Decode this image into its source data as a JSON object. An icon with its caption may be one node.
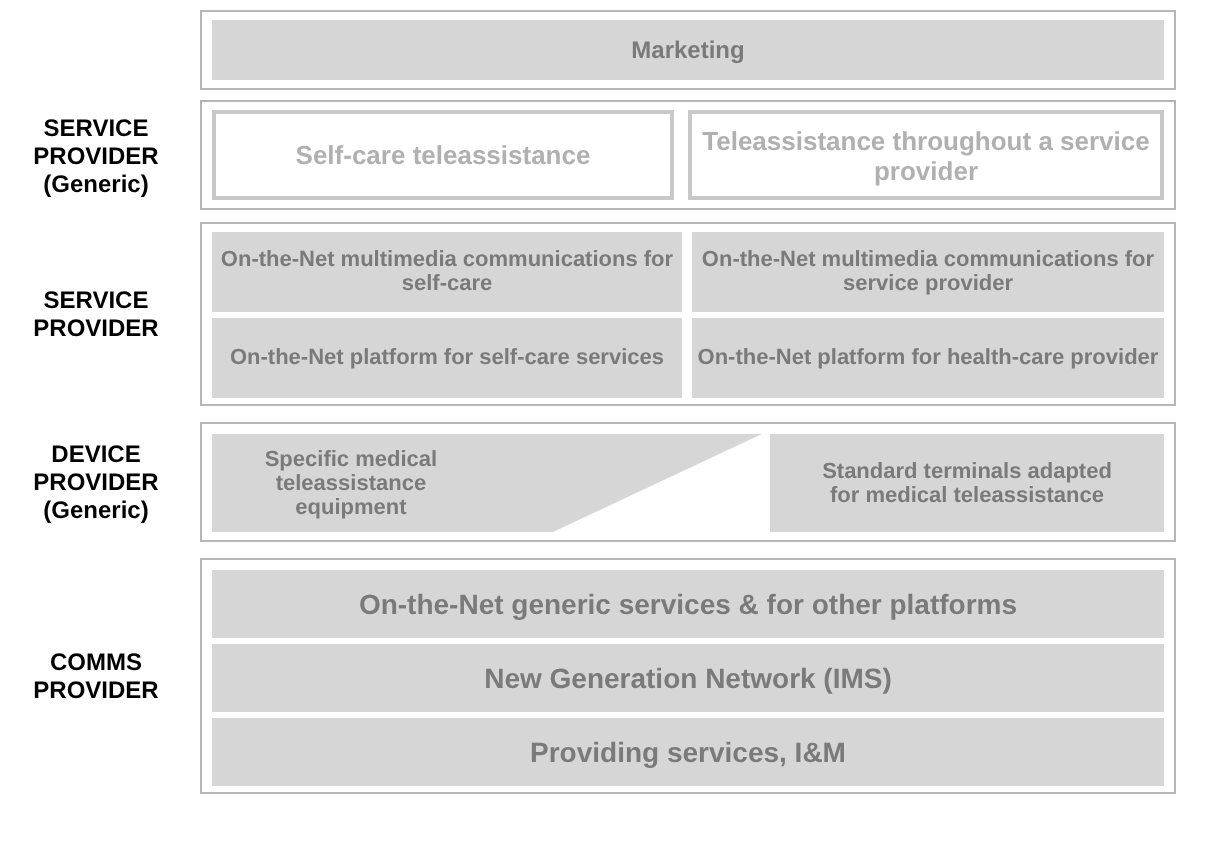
{
  "diagram": {
    "nodes": [
      {
        "text": [],
        "shape": "box"
      },
      {
        "text": [
          "Marketing"
        ],
        "in": 0
      },
      {
        "text": [
          "SERVICE PROVIDER (Generic)"
        ]
      },
      {
        "text": [
          "Self-care teleassistance"
        ],
        "in": 2
      },
      {
        "text": [
          "Teleassistance throughout a service provider"
        ],
        "in": 2
      },
      {
        "text": [
          "SERVICE PROVIDER"
        ]
      },
      {
        "text": [
          "On-the-Net multimedia communications for self-care"
        ],
        "in": 5
      },
      {
        "text": [
          "On-the-Net multimedia communications for service provider"
        ],
        "in": 5
      },
      {
        "text": [
          "On-the-Net platform for self-care services"
        ],
        "in": 5
      },
      {
        "text": [
          "On-the-Net platform for health-care provider"
        ],
        "in": 5
      },
      {
        "text": [
          "DEVICE PROVIDER (Generic)"
        ]
      },
      {
        "text": [
          "Specific medical teleassistance equipment"
        ],
        "in": 10
      },
      {
        "text": [
          "Standard terminals adapted for medical teleassistance"
        ],
        "in": 10
      },
      {
        "text": [
          "COMMS PROVIDER"
        ]
      },
      {
        "text": [
          "On-the-Net generic services & for other platforms"
        ],
        "in": 13
      },
      {
        "text": [
          "New Generation Network (IMS)"
        ],
        "in": 13
      },
      {
        "text": [
          "Providing services, I&M"
        ],
        "in": 13
      }
    ]
  }
}
